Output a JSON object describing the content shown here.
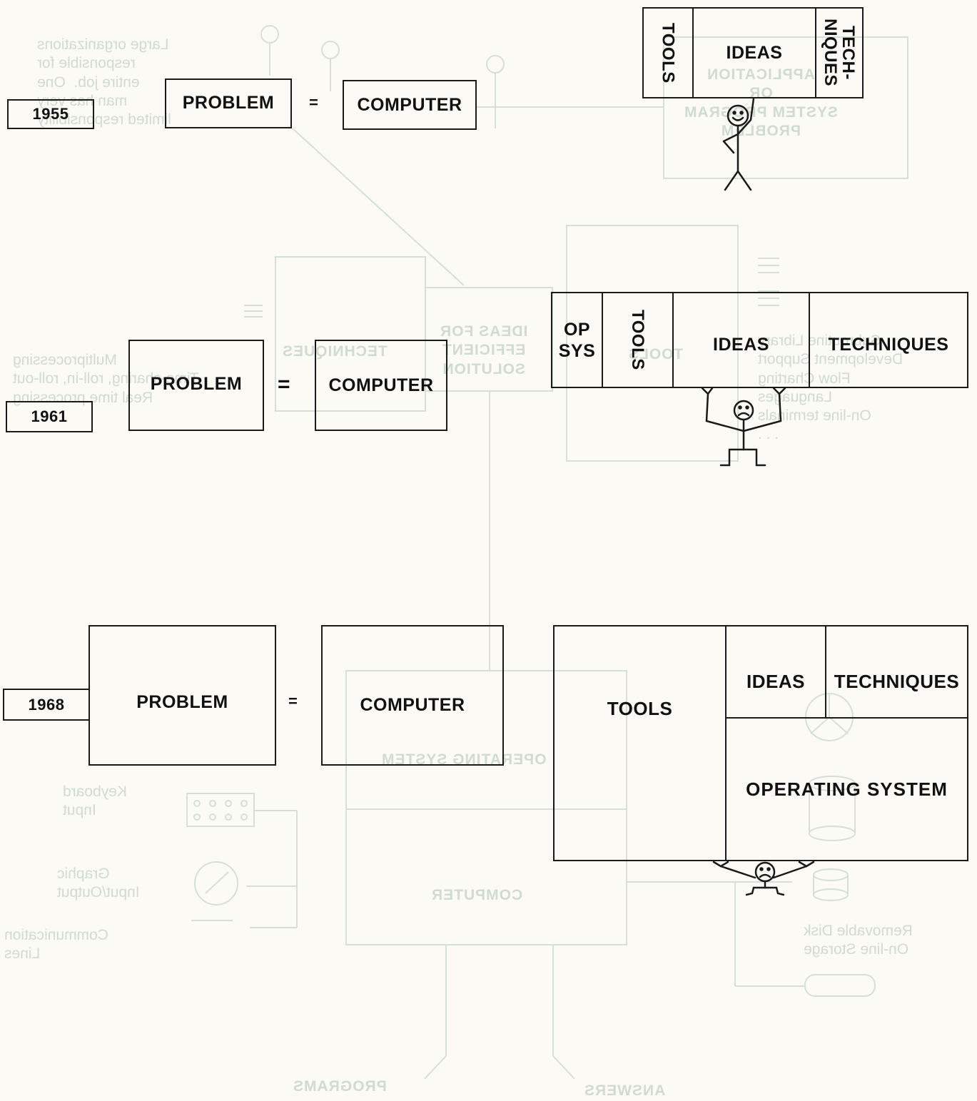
{
  "years": {
    "y1955": "1955",
    "y1961": "1961",
    "y1968": "1968"
  },
  "equation": {
    "problem": "PROBLEM",
    "equals": "=",
    "computer": "COMPUTER"
  },
  "stack_1955": {
    "tools": "TOOLS",
    "ideas": "IDEAS",
    "techniques": "TECH-\nNIQUES"
  },
  "stack_1961": {
    "op_sys": "OP\nSYS",
    "tools": "TOOLS",
    "ideas": "IDEAS",
    "techniques": "TECHNIQUES"
  },
  "stack_1968": {
    "tools": "TOOLS",
    "ideas": "IDEAS",
    "techniques": "TECHNIQUES",
    "operating_system": "OPERATING SYSTEM"
  },
  "faces": {
    "f1955": "happy",
    "f1961": "sad",
    "f1968": "sad"
  },
  "colors": {
    "ink": "#1a1a1a",
    "paper": "#fbfaf4",
    "show_through": "#d0dbd2"
  },
  "show_through": {
    "t1": "Large organizations\nresponsible for\nentire job.  One\nman has very\nlimited responsibility",
    "t2": "APPLICATION\nOR\nSYSTEM PROGRAM\nPROBLEM",
    "t3": "Multiprocessing\nTime-sharing, roll-in, roll-out\nReal time processing",
    "t4": "TECHNIQUES",
    "t5": "IDEAS FOR\nEFFICIENT\nSOLUTION",
    "t6": "TOOLS",
    "t7": "Subroutine Library\nDevelopment Support\nFlow Charting\nLanguages\nOn-line terminals\n. . .",
    "t8": "OPERATING SYSTEM",
    "t9": "Keyboard\nInput",
    "t10": "Graphic\nInput/Output",
    "t11": "Communication\nLines",
    "t12": "COMPUTER",
    "t13": "Removable Disk\nOn-line Storage",
    "t14": "PROGRAMS",
    "t15": "ANSWERS"
  }
}
